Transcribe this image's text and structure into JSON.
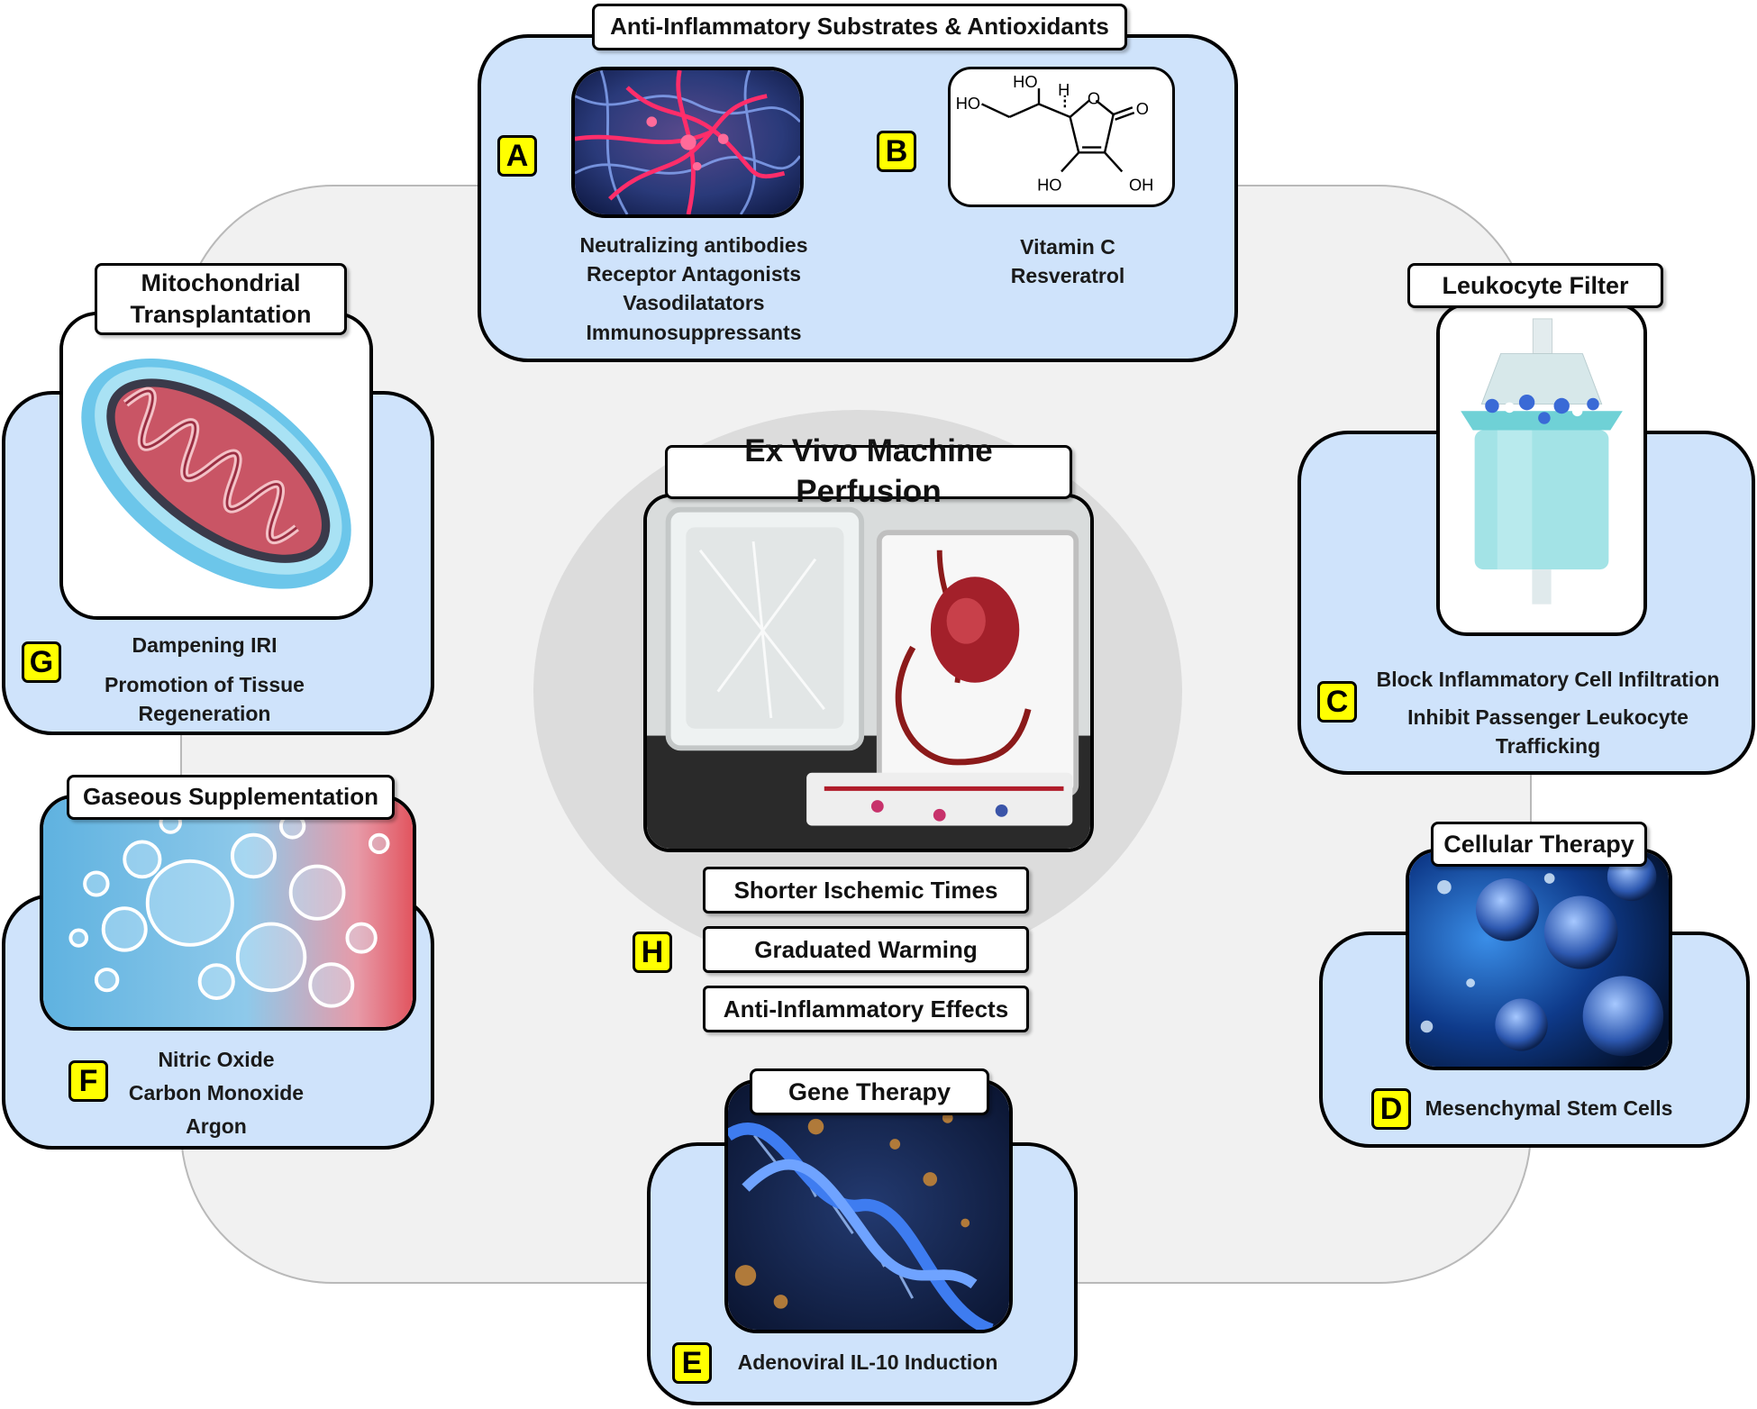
{
  "top": {
    "title": "Anti-Inflammatory Substrates & Antioxidants",
    "a": {
      "badge": "A",
      "items": [
        "Neutralizing antibodies",
        "Receptor Antagonists",
        "Vasodilatators",
        "Immunosuppressants"
      ]
    },
    "b": {
      "badge": "B",
      "items": [
        "Vitamin C",
        "Resveratrol"
      ],
      "molecule": {
        "ho_top": "HO",
        "h": "H",
        "ho_left": "HO",
        "o_ring": "O",
        "o_carbonyl": "O",
        "ho_bottom": "HO",
        "oh_bottom": "OH"
      }
    }
  },
  "mito": {
    "title_line1": "Mitochondrial",
    "title_line2": "Transplantation",
    "badge": "G",
    "items": [
      "Dampening IRI",
      "Promotion of Tissue",
      "Regeneration"
    ]
  },
  "gas": {
    "title": "Gaseous Supplementation",
    "badge": "F",
    "items": [
      "Nitric Oxide",
      "Carbon Monoxide",
      "Argon"
    ]
  },
  "center": {
    "title": "Ex Vivo Machine Perfusion",
    "badge": "H",
    "benefits": [
      "Shorter Ischemic Times",
      "Graduated Warming",
      "Anti-Inflammatory Effects"
    ]
  },
  "gene": {
    "title": "Gene Therapy",
    "badge": "E",
    "items": [
      "Adenoviral IL-10 Induction"
    ]
  },
  "leuko": {
    "title": "Leukocyte Filter",
    "badge": "C",
    "items": [
      "Block Inflammatory Cell Infiltration",
      "Inhibit Passenger Leukocyte",
      "Trafficking"
    ]
  },
  "cell": {
    "title": "Cellular Therapy",
    "badge": "D",
    "items": [
      "Mesenchymal Stem Cells"
    ]
  },
  "colors": {
    "panel": "#cfe3fb",
    "badge": "#ffff00",
    "background": "#f1f1f1"
  }
}
